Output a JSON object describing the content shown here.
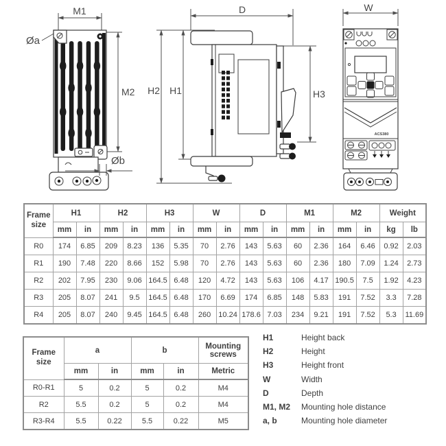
{
  "drawings": {
    "rear_view": {
      "m1_label": "M1",
      "m2_label": "M2",
      "dia_a_label": "Øa",
      "dia_b_label": "Øb"
    },
    "side_view": {
      "d_label": "D",
      "h1_label": "H1",
      "h2_label": "H2",
      "h3_label": "H3"
    },
    "front_view": {
      "w_label": "W",
      "product_label": "ACS380"
    }
  },
  "dimensions_table": {
    "frame_header": "Frame size",
    "groups": [
      "H1",
      "H2",
      "H3",
      "W",
      "D",
      "M1",
      "M2",
      "Weight"
    ],
    "units": [
      "mm",
      "in",
      "mm",
      "in",
      "mm",
      "in",
      "mm",
      "in",
      "mm",
      "in",
      "mm",
      "in",
      "mm",
      "in",
      "kg",
      "lb"
    ],
    "rows": [
      {
        "frame": "R0",
        "values": [
          "174",
          "6.85",
          "209",
          "8.23",
          "136",
          "5.35",
          "70",
          "2.76",
          "143",
          "5.63",
          "60",
          "2.36",
          "164",
          "6.46",
          "0.92",
          "2.03"
        ]
      },
      {
        "frame": "R1",
        "values": [
          "190",
          "7.48",
          "220",
          "8.66",
          "152",
          "5.98",
          "70",
          "2.76",
          "143",
          "5.63",
          "60",
          "2.36",
          "180",
          "7.09",
          "1.24",
          "2.73"
        ]
      },
      {
        "frame": "R2",
        "values": [
          "202",
          "7.95",
          "230",
          "9.06",
          "164.5",
          "6.48",
          "120",
          "4.72",
          "143",
          "5.63",
          "106",
          "4.17",
          "190.5",
          "7.5",
          "1.92",
          "4.23"
        ]
      },
      {
        "frame": "R3",
        "values": [
          "205",
          "8.07",
          "241",
          "9.5",
          "164.5",
          "6.48",
          "170",
          "6.69",
          "174",
          "6.85",
          "148",
          "5.83",
          "191",
          "7.52",
          "3.3",
          "7.28"
        ]
      },
      {
        "frame": "R4",
        "values": [
          "205",
          "8.07",
          "240",
          "9.45",
          "164.5",
          "6.48",
          "260",
          "10.24",
          "178.6",
          "7.03",
          "234",
          "9.21",
          "191",
          "7.52",
          "5.3",
          "11.69"
        ]
      }
    ]
  },
  "mounting_table": {
    "frame_header": "Frame size",
    "groups": [
      "a",
      "b",
      "Mounting screws"
    ],
    "units": [
      "mm",
      "in",
      "mm",
      "in",
      "Metric"
    ],
    "rows": [
      {
        "frame": "R0-R1",
        "values": [
          "5",
          "0.2",
          "5",
          "0.2",
          "M4"
        ]
      },
      {
        "frame": "R2",
        "values": [
          "5.5",
          "0.2",
          "5",
          "0.2",
          "M4"
        ]
      },
      {
        "frame": "R3-R4",
        "values": [
          "5.5",
          "0.22",
          "5.5",
          "0.22",
          "M5"
        ]
      }
    ]
  },
  "legend": {
    "items": [
      {
        "term": "H1",
        "description": "Height back"
      },
      {
        "term": "H2",
        "description": "Height"
      },
      {
        "term": "H3",
        "description": "Height front"
      },
      {
        "term": "W",
        "description": "Width"
      },
      {
        "term": "D",
        "description": "Depth"
      },
      {
        "term": "M1, M2",
        "description": "Mounting hole distance"
      },
      {
        "term": "a, b",
        "description": "Mounting hole diameter"
      }
    ]
  },
  "colors": {
    "line": "#4f4f4f",
    "fin_black": "#1d1d1d",
    "table_border": "#a2a2a2",
    "table_border_strong": "#8c8c8c",
    "text": "#3e3e3e",
    "background": "#ffffff"
  }
}
